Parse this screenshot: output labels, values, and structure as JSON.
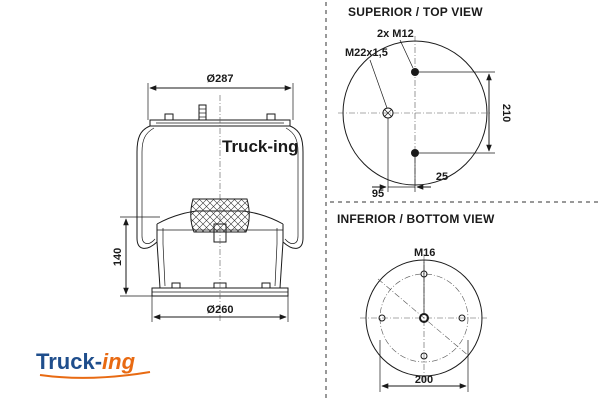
{
  "side_view": {
    "top_diameter": "Ø287",
    "bottom_diameter": "Ø260",
    "height": "140",
    "watermark": "Truck-ing"
  },
  "top_view": {
    "title": "SUPERIOR / TOP VIEW",
    "bolts": "2x M12",
    "thread": "M22x1,5",
    "spacing": "210",
    "offset_left": "95",
    "offset_right": "25"
  },
  "bottom_view": {
    "title": "INFERIOR / BOTTOM VIEW",
    "thread": "M16",
    "pitch_circle": "200"
  },
  "logo": {
    "main": "Truck-",
    "accent": "ing"
  },
  "colors": {
    "logo_blue": "#1f4e8c",
    "logo_orange": "#e86a12",
    "line": "#1a1a1a"
  }
}
